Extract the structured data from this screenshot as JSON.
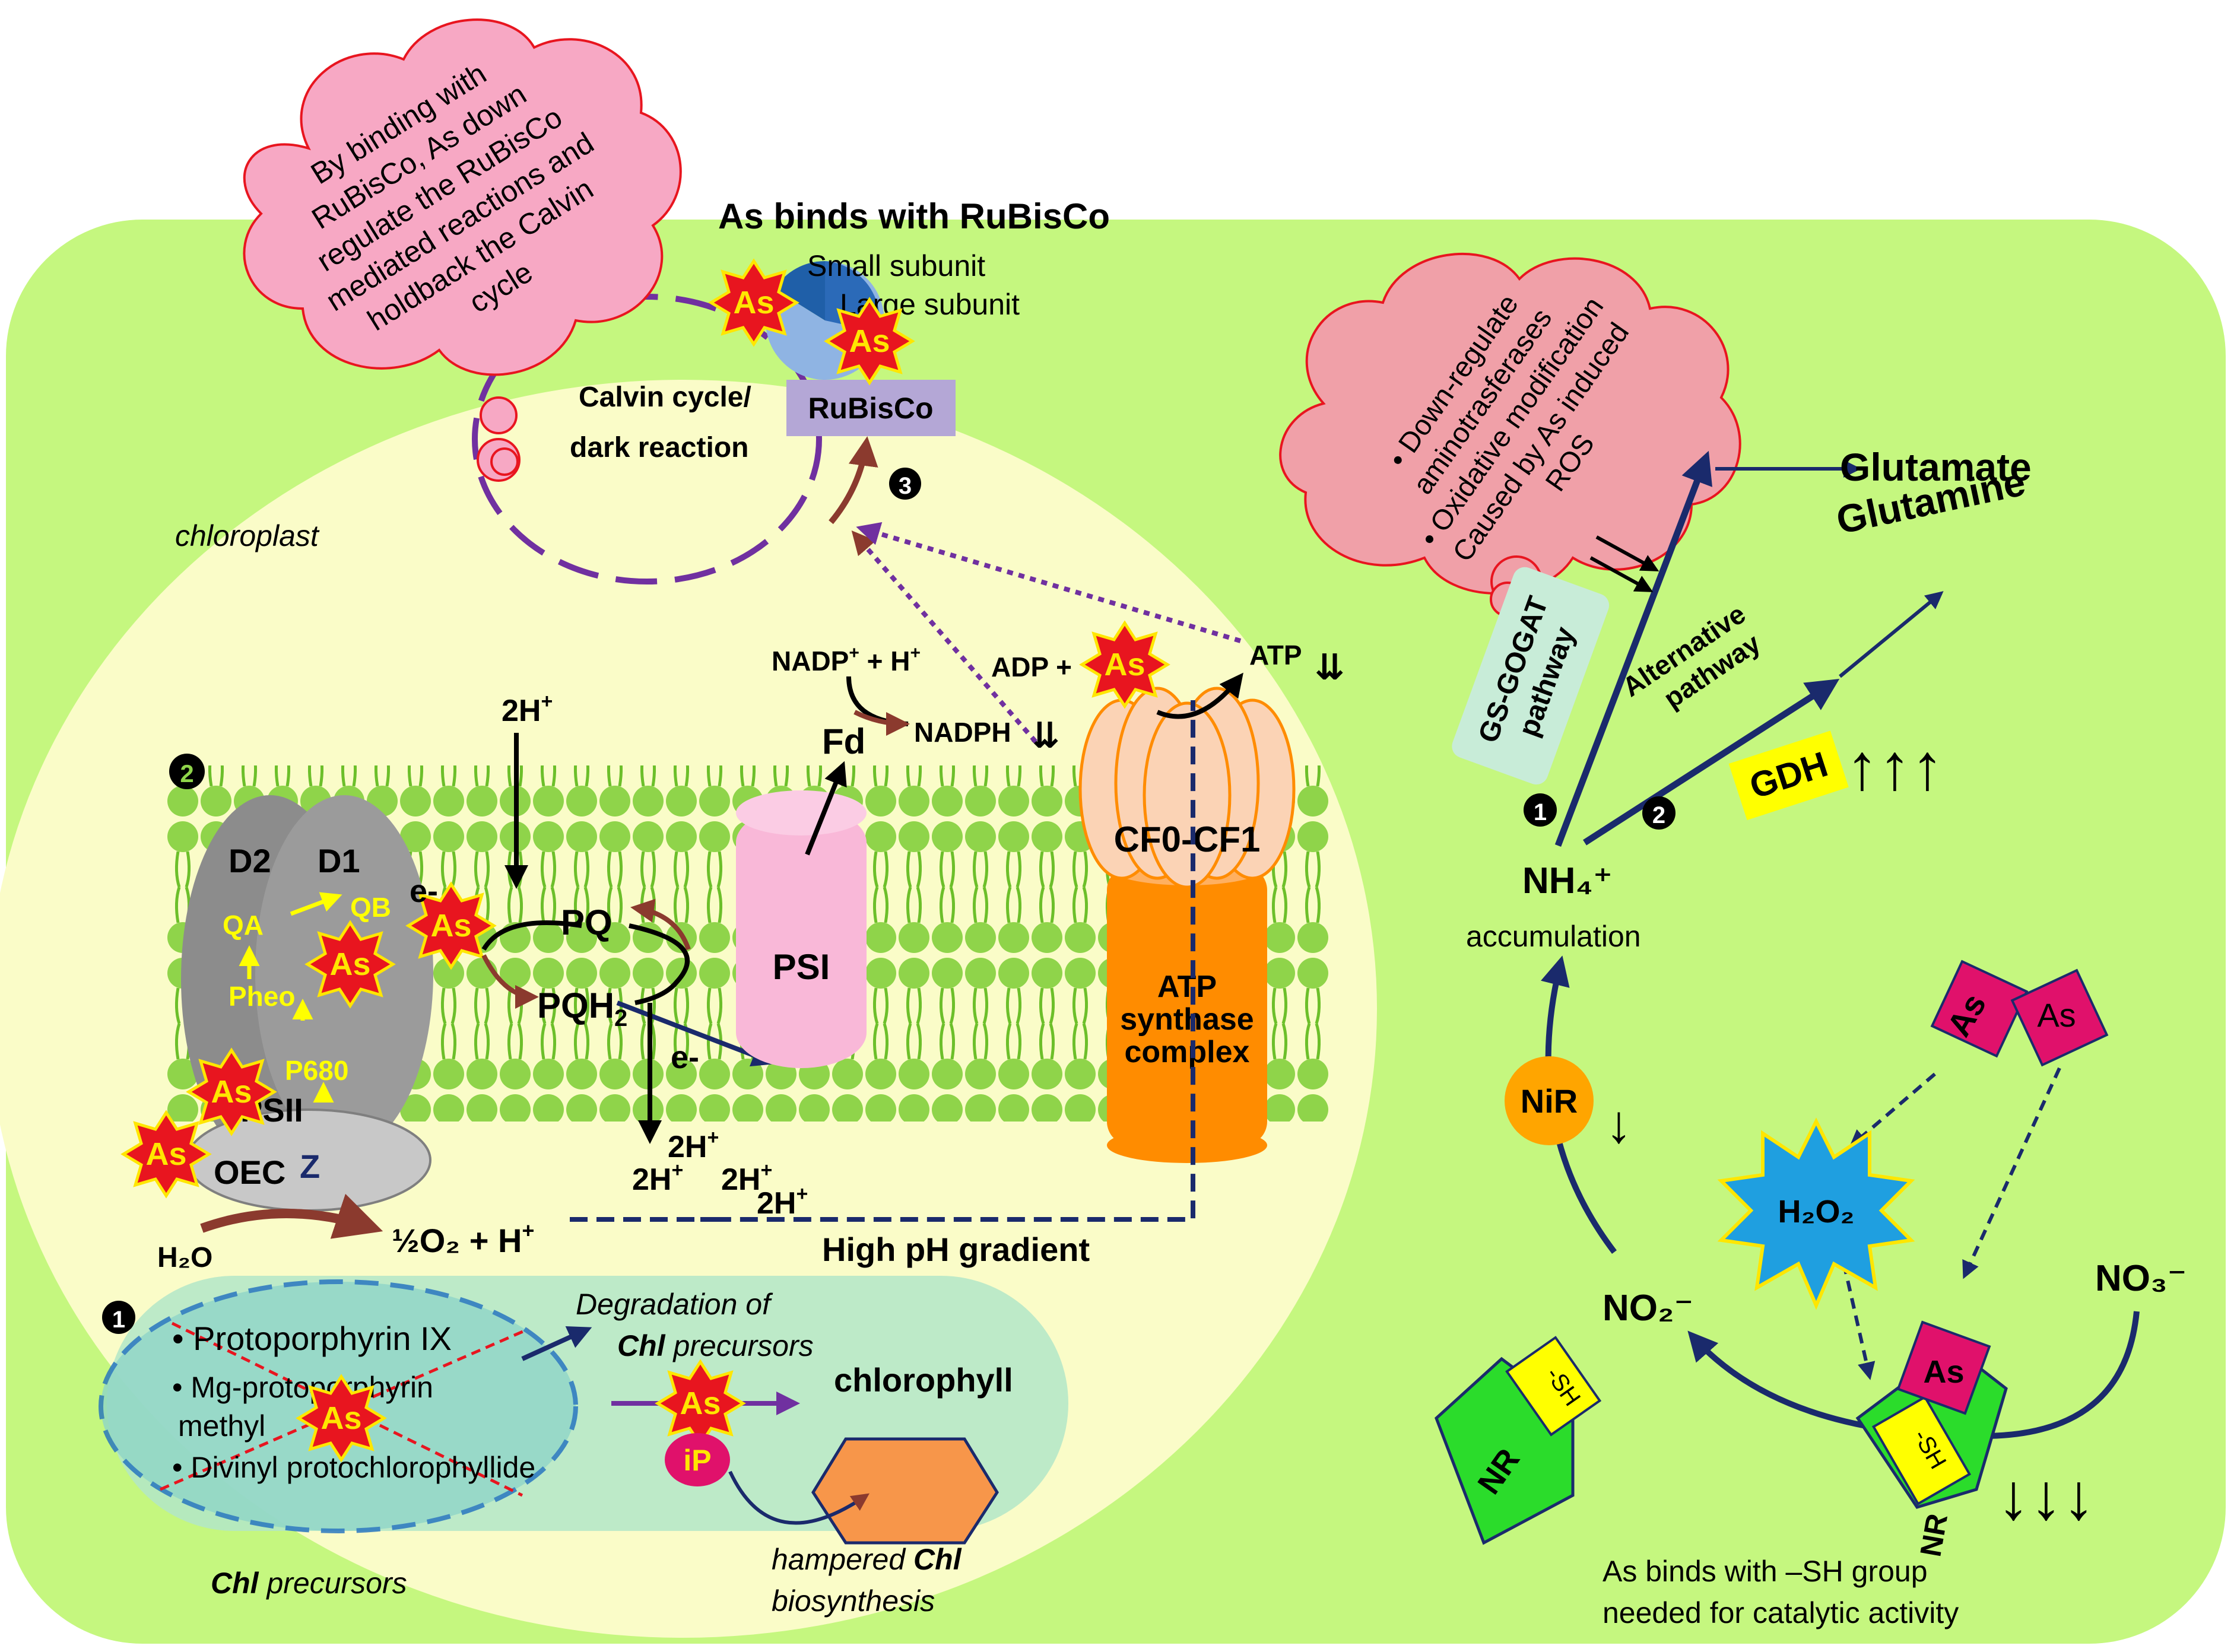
{
  "colors": {
    "cell": "#c5f77f",
    "chloroplast": "#fafcc8",
    "membrane": "#8fd44a",
    "cloud": "#f7a8c4",
    "cloud2": "#f0a0a8",
    "as_star": "#e8151f",
    "as_text": "#ffe600",
    "psii": "#8c8c8c",
    "psi": "#f9b8d8",
    "atp_top": "#fbd3b5",
    "atp_base": "#ff8c00",
    "navy": "#1a2a6c",
    "brown": "#8b3a2e",
    "purple": "#7030a0",
    "yellow_label": "#ffff00",
    "magenta": "#e0116b",
    "hexagon": "#f7964a"
  },
  "cloud_rubisco": {
    "lines": [
      "By binding with",
      "RuBisCo, As down",
      "regulate the RuBisCo",
      "mediated reactions and",
      "holdback the Calvin",
      "cycle"
    ]
  },
  "cloud_gsgogat": {
    "lines": [
      "• Down-regulate",
      "aminotrasferases",
      "• Oxidative modification",
      "Caused by As induced",
      "ROS"
    ]
  },
  "rubisco": {
    "heading": "As binds with RuBisCo",
    "small_subunit": "Small subunit",
    "large_subunit": "Large subunit",
    "box": "RuBisCo",
    "calvin_1": "Calvin cycle/",
    "calvin_2": "dark reaction",
    "step": "3"
  },
  "chloroplast_label": "chloroplast",
  "as_label": "As",
  "thylakoid": {
    "step": "2",
    "d2": "D2",
    "d1": "D1",
    "qa": "QA",
    "qb": "QB",
    "pheo": "Pheo",
    "p680": "P680",
    "psii": "PSII",
    "oec": "OEC",
    "z": "Z",
    "e_minus_1": "e-",
    "e_minus_2": "e-",
    "pq": "PQ",
    "pqh2": "PQH",
    "pqh2_sub": "2",
    "two_h_top": "2H",
    "two_h_bottom_1": "2H",
    "two_h_bottom_2": "2H",
    "two_h_bottom_3": "2H",
    "two_h_bottom_4": "2H",
    "plus": "+",
    "psi": "PSI",
    "fd": "Fd",
    "nadp": "NADP",
    "nadp_plus_h": " + H",
    "nadph": "NADPH",
    "down_arrows_2": "⇊",
    "adp": "ADP +",
    "atp": "ATP",
    "cf": "CF0-CF1",
    "atp_synthase_1": "ATP",
    "atp_synthase_2": "synthase",
    "atp_synthase_3": "complex",
    "h2o": "H₂O",
    "o2": "½O₂ + H",
    "high_ph": "High pH gradient"
  },
  "chl": {
    "step": "1",
    "item1": "• Protoporphyrin IX",
    "item2a": "• Mg-protoporphyrin",
    "item2b": "methyl",
    "item3": "• Divinyl protochlorophyllide",
    "degradation_1": "Degradation of",
    "degradation_2a": "Chl",
    "degradation_2b": " precursors",
    "ip": "iP",
    "chlorophyll": "chlorophyll",
    "hampered_1a": "hampered ",
    "hampered_1b": "Chl",
    "hampered_2": "biosynthesis",
    "precursors_a": "Chl",
    "precursors_b": " precursors"
  },
  "nitrogen": {
    "glutamate": "Glutamate",
    "glutamine": "Glutamine",
    "gsgogat_1": "GS-GOGAT",
    "gsgogat_2": "pathway",
    "alt_1": "Alternative",
    "alt_2": "pathway",
    "gdh": "GDH",
    "up_arrows": "↑↑↑",
    "double_down": "⇊",
    "step1": "1",
    "step2": "2",
    "nh4": "NH₄⁺",
    "accumulation": "accumulation",
    "nir": "NiR",
    "single_down": "↓",
    "h2o2": "H₂O₂",
    "no2": "NO₂⁻",
    "no3": "NO₃⁻",
    "nr": "NR",
    "sh": "-SH",
    "triple_down": "↓↓↓",
    "binds_1": "As binds with –SH group",
    "binds_2": "needed for catalytic activity"
  }
}
